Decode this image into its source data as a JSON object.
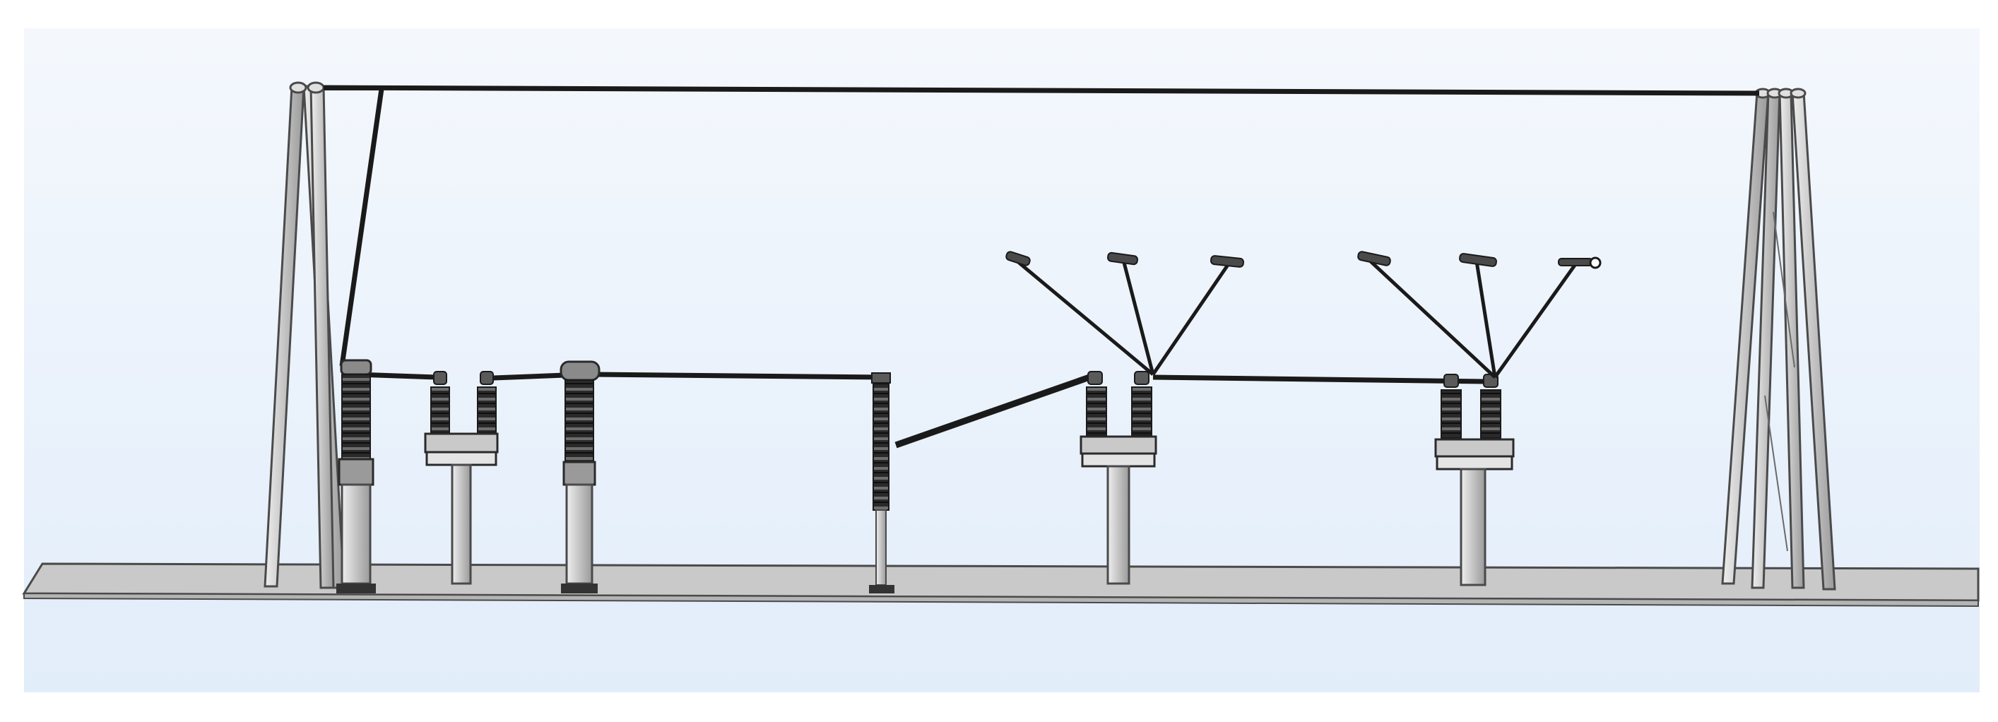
{
  "scene": {
    "type": "substation-bay-side-elevation",
    "colors": {
      "sky_top": "#f4f8fd",
      "sky_bottom": "#e2edfa",
      "ground_top": "#c9c9c9",
      "ground_front": "#b4b4b4",
      "steel": "#d4d4d4",
      "steel_edge": "#4a4a4a",
      "insulator": "#2b2b2b",
      "conductor": "#1a1a1a"
    },
    "components": [
      {
        "kind": "gantry",
        "name": "left-gantry-structure"
      },
      {
        "kind": "gantry",
        "name": "right-gantry-structure"
      },
      {
        "kind": "conductor",
        "name": "overhead-shield-wire"
      },
      {
        "kind": "current-transformer",
        "name": "current-transformer"
      },
      {
        "kind": "disconnector",
        "name": "line-disconnector"
      },
      {
        "kind": "circuit-breaker",
        "name": "circuit-breaker"
      },
      {
        "kind": "post-insulator",
        "name": "surge-arrester"
      },
      {
        "kind": "disconnector",
        "name": "busbar-disconnector-1"
      },
      {
        "kind": "disconnector",
        "name": "busbar-disconnector-2"
      },
      {
        "kind": "conductor",
        "name": "busbar-droppers"
      }
    ]
  }
}
